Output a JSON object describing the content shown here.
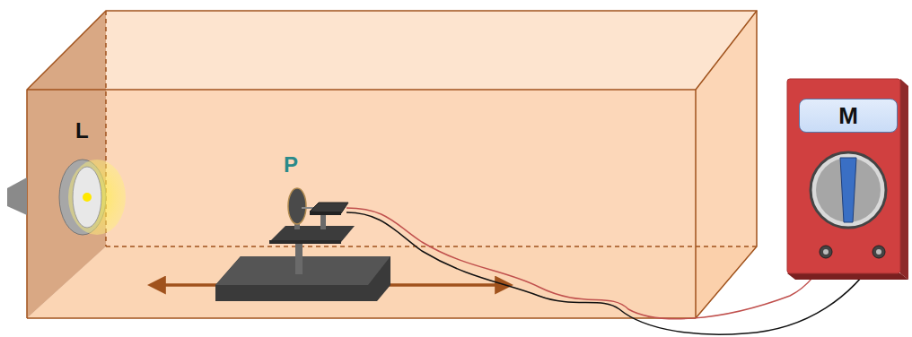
{
  "diagram": {
    "nodes": [
      {
        "text": [
          "M"
        ]
      }
    ],
    "labels": [
      "L",
      "P"
    ]
  }
}
